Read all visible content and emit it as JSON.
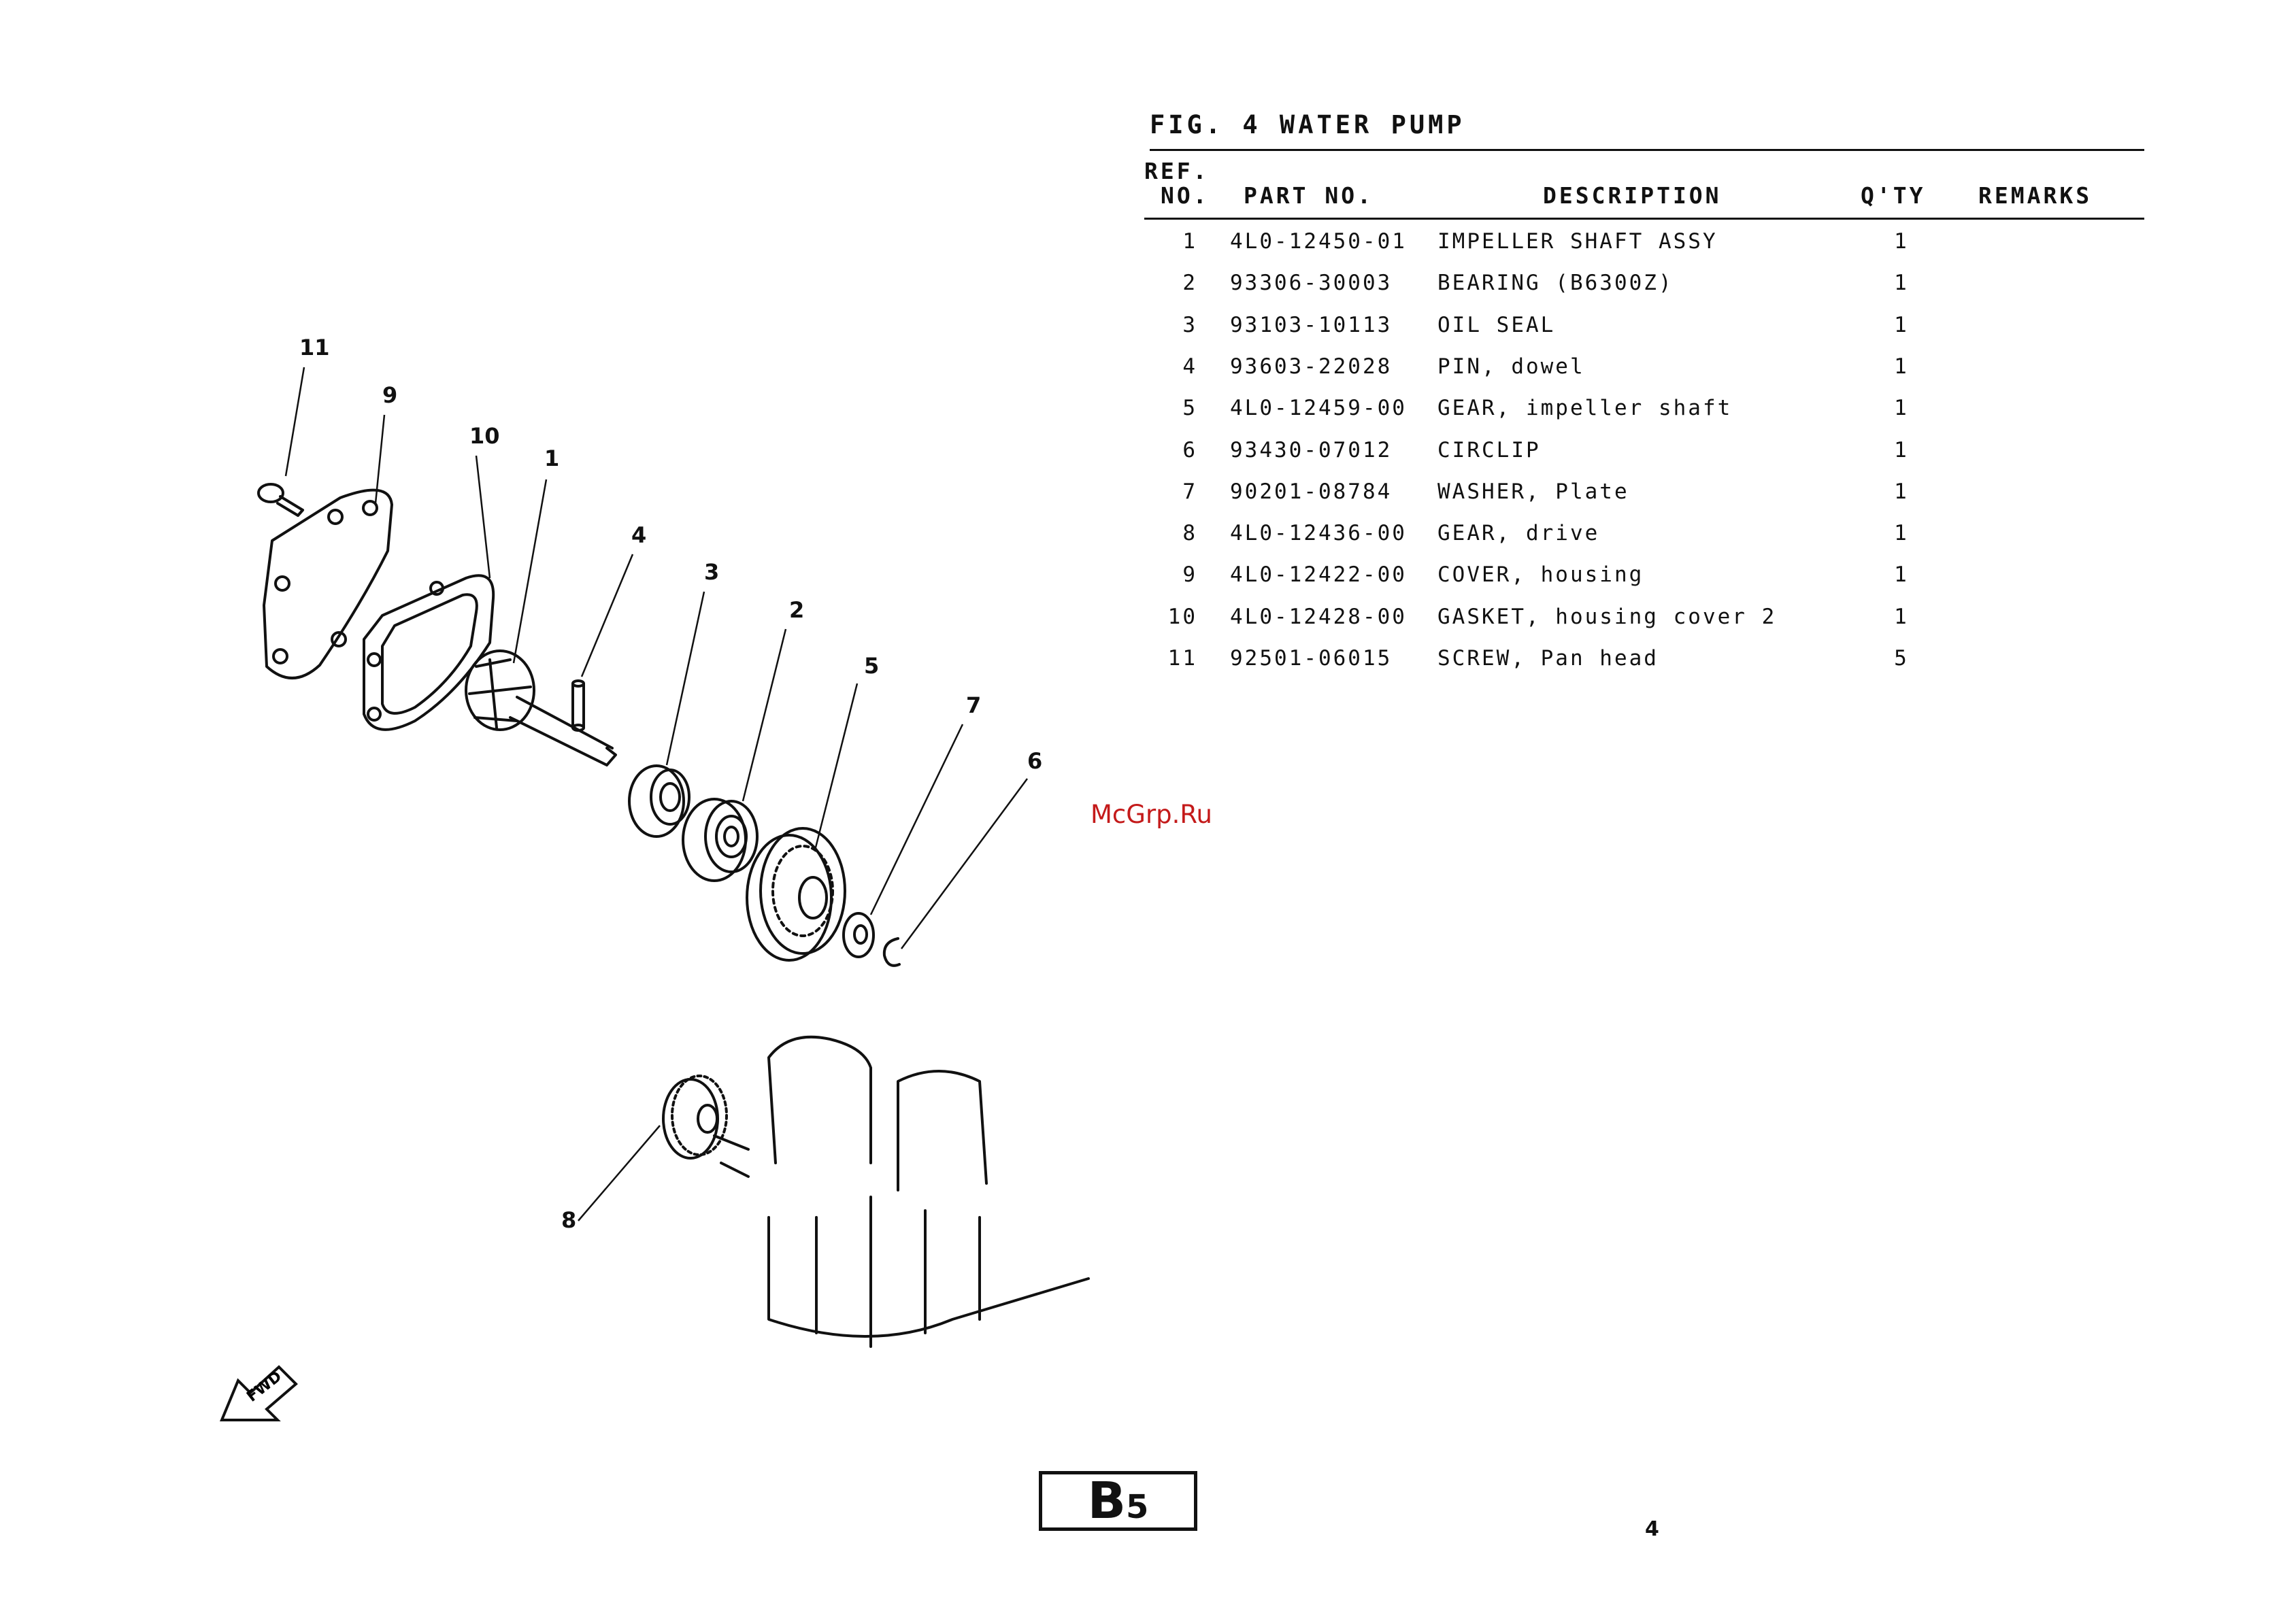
{
  "title": "FIG. 4 WATER PUMP",
  "table": {
    "headers": {
      "ref_line1": "REF.",
      "ref_line2": "NO.",
      "part_no": "PART NO.",
      "description": "DESCRIPTION",
      "qty": "Q'TY",
      "remarks": "REMARKS"
    },
    "rows": [
      {
        "ref": "1",
        "part": "4L0-12450-01",
        "desc": "IMPELLER SHAFT ASSY",
        "qty": "1"
      },
      {
        "ref": "2",
        "part": "93306-30003",
        "desc": "BEARING (B6300Z)",
        "qty": "1"
      },
      {
        "ref": "3",
        "part": "93103-10113",
        "desc": "OIL SEAL",
        "qty": "1"
      },
      {
        "ref": "4",
        "part": "93603-22028",
        "desc": "PIN, dowel",
        "qty": "1"
      },
      {
        "ref": "5",
        "part": "4L0-12459-00",
        "desc": "GEAR, impeller shaft",
        "qty": "1"
      },
      {
        "ref": "6",
        "part": "93430-07012",
        "desc": "CIRCLIP",
        "qty": "1"
      },
      {
        "ref": "7",
        "part": "90201-08784",
        "desc": "WASHER, Plate",
        "qty": "1"
      },
      {
        "ref": "8",
        "part": "4L0-12436-00",
        "desc": "GEAR, drive",
        "qty": "1"
      },
      {
        "ref": "9",
        "part": "4L0-12422-00",
        "desc": "COVER, housing",
        "qty": "1"
      },
      {
        "ref": "10",
        "part": "4L0-12428-00",
        "desc": "GASKET, housing cover 2",
        "qty": "1"
      },
      {
        "ref": "11",
        "part": "92501-06015",
        "desc": "SCREW, Pan head",
        "qty": "5"
      }
    ]
  },
  "diagram": {
    "callouts": [
      "11",
      "9",
      "10",
      "1",
      "4",
      "3",
      "2",
      "5",
      "7",
      "6",
      "8"
    ],
    "fwd_label": "FWD"
  },
  "watermark": "McGrp.Ru",
  "section_badge": {
    "letter": "B",
    "number": "5"
  },
  "page_number": "4"
}
